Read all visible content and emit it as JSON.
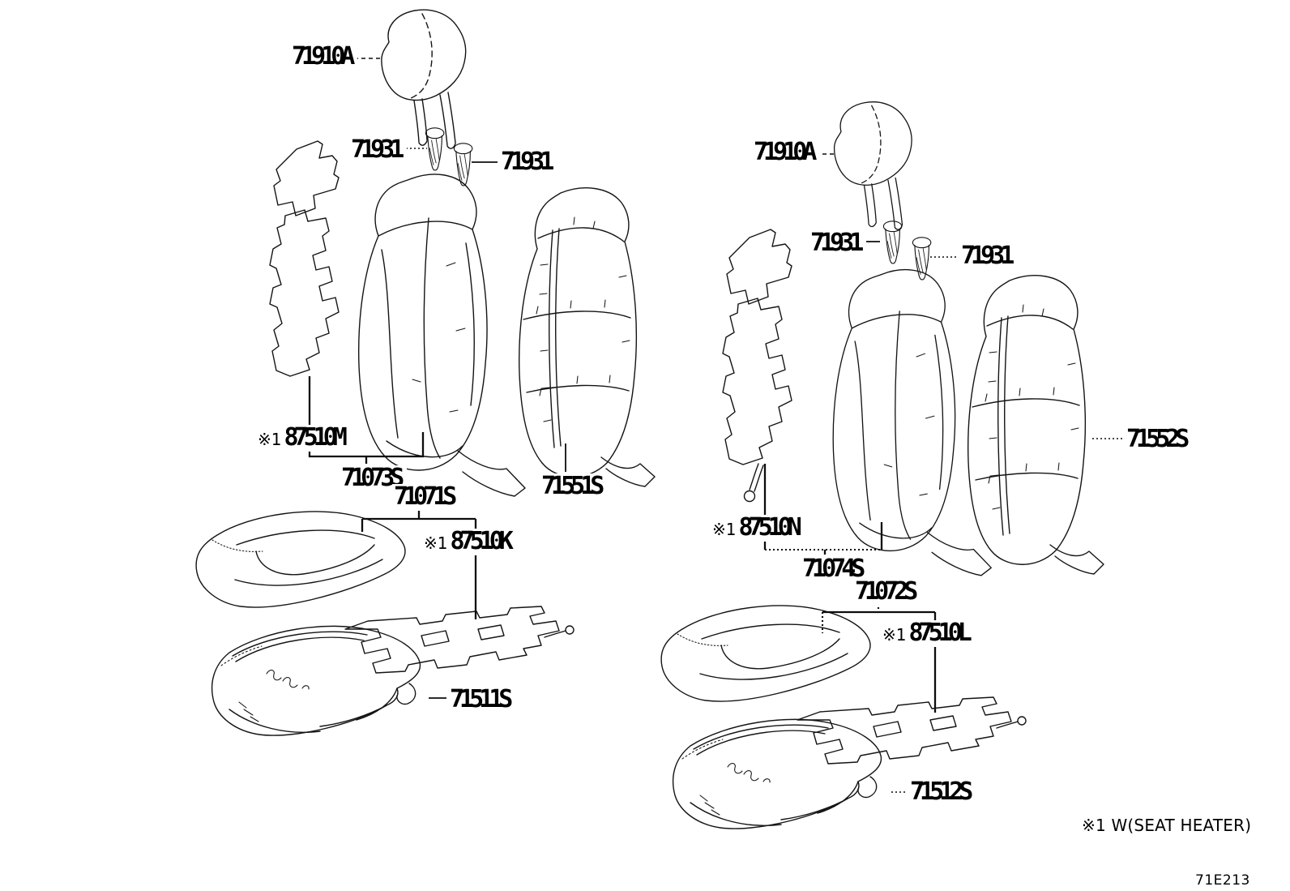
{
  "diagram": {
    "code": "71E213",
    "footnote": "※1 W(SEAT HEATER)"
  },
  "shared": {
    "note_marker": "※1"
  },
  "left_seat": {
    "headrest_label": "71910A",
    "headrest_guide_left_label": "71931",
    "headrest_guide_right_label": "71931",
    "back_heater_label": "87510M",
    "back_pad_label": "71073S",
    "cushion_assembly_label": "71071S",
    "back_cover_label": "71551S",
    "cushion_heater_label": "87510K",
    "cushion_cover_label": "71511S"
  },
  "right_seat": {
    "headrest_label": "71910A",
    "headrest_guide_left_label": "71931",
    "headrest_guide_right_label": "71931",
    "back_heater_label": "87510N",
    "back_pad_label": "71074S",
    "cushion_assembly_label": "71072S",
    "back_cover_label": "71552S",
    "cushion_heater_label": "87510L",
    "cushion_cover_label": "71512S"
  }
}
